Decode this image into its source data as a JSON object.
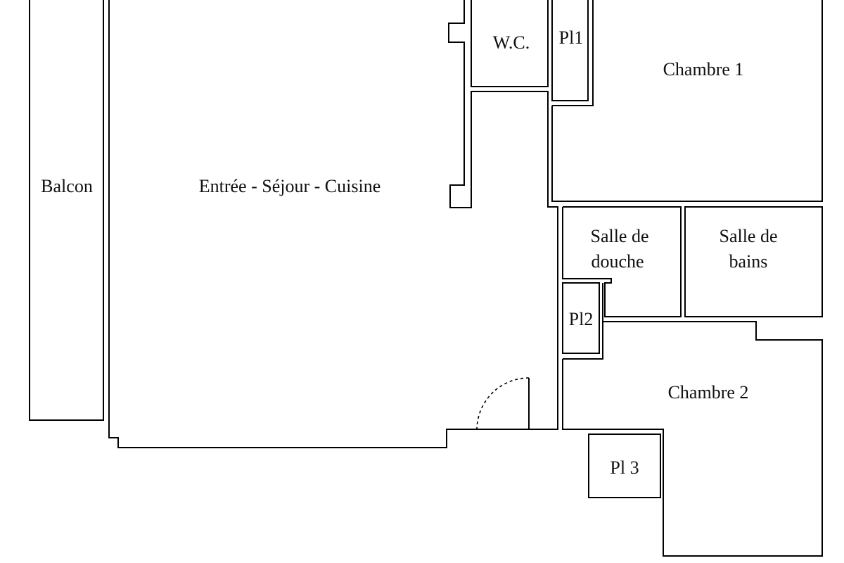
{
  "plan": {
    "rooms": {
      "balcon": "Balcon",
      "sejour": "Entrée - Séjour - Cuisine",
      "wc": "W.C.",
      "pl1": "Pl1",
      "chambre1": "Chambre 1",
      "douche_line1": "Salle de",
      "douche_line2": "douche",
      "bains_line1": "Salle de",
      "bains_line2": "bains",
      "pl2": "Pl2",
      "chambre2": "Chambre 2",
      "pl3": "Pl 3"
    },
    "colors": {
      "wall": "#000000",
      "background": "#ffffff"
    }
  }
}
